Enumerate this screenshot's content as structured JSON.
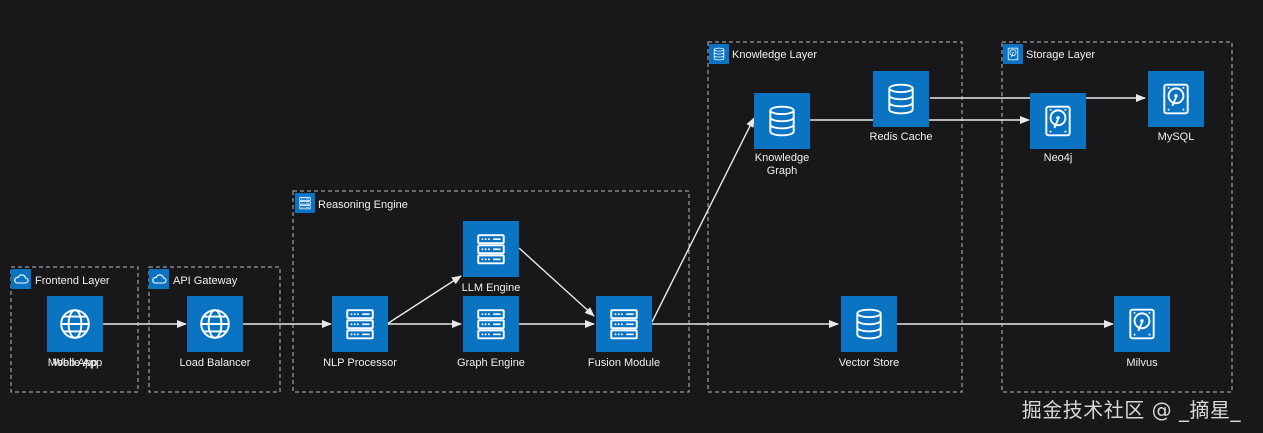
{
  "groups": {
    "frontend": "Frontend Layer",
    "api": "API Gateway",
    "reasoning": "Reasoning Engine",
    "knowledge": "Knowledge Layer",
    "storage": "Storage Layer"
  },
  "nodes": {
    "web_app": "Web App",
    "mobile_app": "Mobile App",
    "load_balancer": "Load Balancer",
    "nlp": "NLP Processor",
    "llm": "LLM Engine",
    "graph_engine": "Graph Engine",
    "fusion": "Fusion Module",
    "kg_line1": "Knowledge",
    "kg_line2": "Graph",
    "redis": "Redis Cache",
    "vector": "Vector Store",
    "neo4j": "Neo4j",
    "mysql": "MySQL",
    "milvus": "Milvus"
  },
  "watermark": "掘金技术社区 @ _摘星_",
  "colors": {
    "background": "#18181b",
    "node_fill": "#0a73c2",
    "icon_stroke": "#ffffff",
    "edge": "#e8e8e8",
    "group_border": "#bdbdbd"
  },
  "icons": {
    "web_app": "globe-icon",
    "load_balancer": "globe-icon",
    "compute": "server-icon",
    "database": "database-icon",
    "storage": "hard-disk-icon",
    "frontend_group": "cloud-icon",
    "reasoning_group": "server-icon",
    "knowledge_group": "database-icon",
    "storage_group": "hard-disk-icon"
  }
}
